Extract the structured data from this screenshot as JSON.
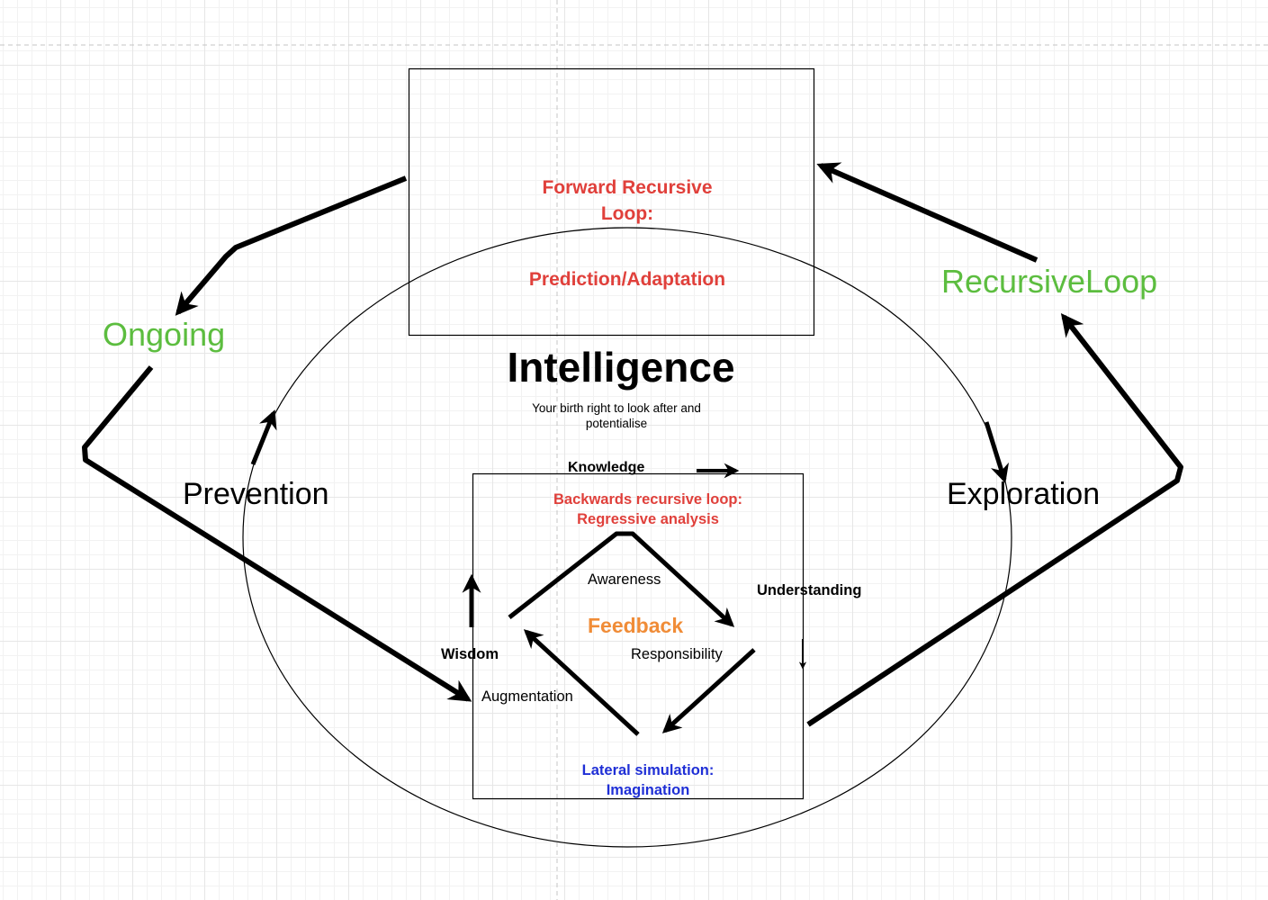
{
  "forward_loop": {
    "line1": "Forward Recursive",
    "line2": "Loop:",
    "subtitle": "Prediction/Adaptation"
  },
  "title": "Intelligence",
  "tagline": {
    "line1": "Your birth right to look after and",
    "line2": "potentialise"
  },
  "side_labels": {
    "ongoing": "Ongoing",
    "recursive_loop": "RecursiveLoop",
    "prevention": "Prevention",
    "exploration": "Exploration"
  },
  "inner_box": {
    "knowledge": "Knowledge",
    "backwards_line1": "Backwards recursive loop:",
    "backwards_line2": "Regressive analysis",
    "understanding": "Understanding",
    "wisdom": "Wisdom",
    "awareness": "Awareness",
    "feedback": "Feedback",
    "responsibility": "Responsibility",
    "augmentation": "Augmentation",
    "lateral_line1": "Lateral simulation:",
    "lateral_line2": "Imagination"
  },
  "colors": {
    "red": "#e0403b",
    "green": "#5cbd3f",
    "orange": "#f08c37",
    "blue": "#1f2fd6",
    "line": "#000000"
  }
}
